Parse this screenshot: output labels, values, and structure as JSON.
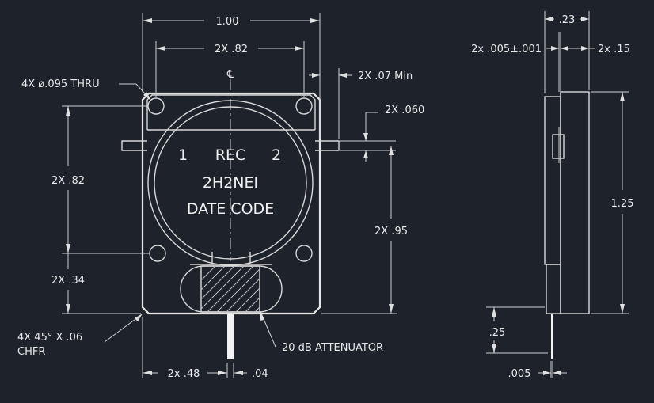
{
  "body_text": {
    "port_1": "1",
    "rec": "REC",
    "port_2": "2",
    "part_number": "2H2NEI",
    "date_code": "DATE CODE"
  },
  "centerline_symbol": "℄",
  "dimensions": {
    "overall_width": "1.00",
    "hole_spacing_x": "2X  .82",
    "hole_spacing_y": "2X  .82",
    "lower_hole_offset": "2X  .34",
    "tab_spacing": "2X  .95",
    "tab_length_min": "2X  .07  Min",
    "tab_width": "2X  .060",
    "pin_offset": "2x  .48",
    "pin_width": ".04",
    "side_thickness": ".23",
    "side_flange": "2x  .005±.001",
    "side_flange_right": "2x  .15",
    "height": "1.25",
    "pin_length": ".25",
    "pin_offset_side": ".005"
  },
  "callouts": {
    "holes": "4X  ø.095  THRU",
    "chamfer_line1": "4X  45° X .06",
    "chamfer_line2": "CHFR",
    "attenuator": "20  dB  ATTENUATOR"
  }
}
